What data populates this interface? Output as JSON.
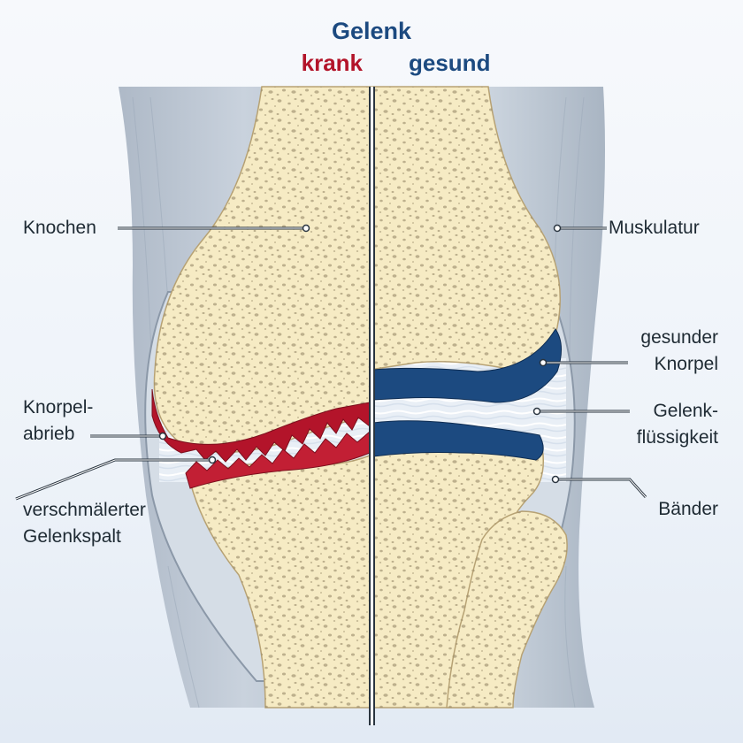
{
  "titles": {
    "main": "Gelenk",
    "sick": "krank",
    "healthy": "gesund"
  },
  "labels": {
    "bone": "Knochen",
    "wear_line1": "Knorpel-",
    "wear_line2": "abrieb",
    "narrow_line1": "verschmälerter",
    "narrow_line2": "Gelenkspalt",
    "muscle": "Muskulatur",
    "healthy_cart_line1": "gesunder",
    "healthy_cart_line2": "Knorpel",
    "fluid_line1": "Gelenk-",
    "fluid_line2": "flüssigkeit",
    "ligaments": "Bänder"
  },
  "colors": {
    "sick": "#b3142a",
    "healthy": "#1c4a80",
    "bone": "#f6ebc4",
    "muscle": "#b9c3cf",
    "fluid": "#e6eef6"
  }
}
